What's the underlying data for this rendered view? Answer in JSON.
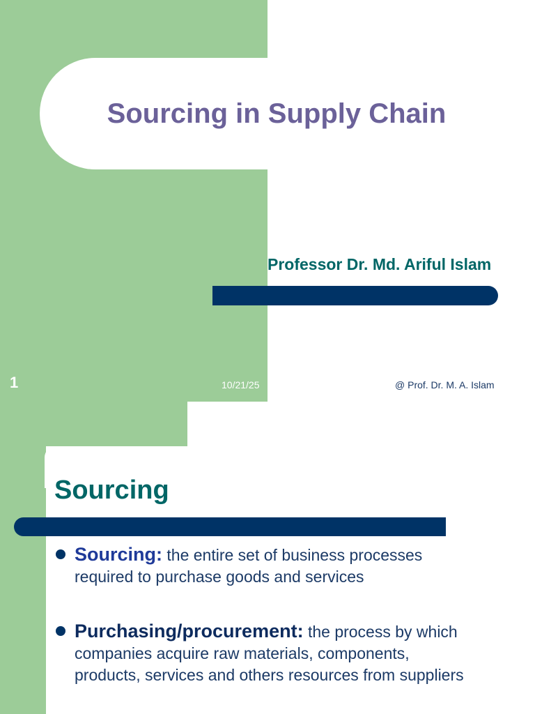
{
  "slide1": {
    "title": "Sourcing in Supply Chain",
    "subtitle": "Professor Dr. Md. Ariful Islam",
    "slide_number": "1",
    "date": "10/21/25",
    "footer": "@ Prof. Dr. M. A. Islam"
  },
  "slide2": {
    "title": "Sourcing",
    "bullets": [
      {
        "term": "Sourcing:",
        "definition": " the entire set of business processes required to purchase goods and services"
      },
      {
        "term": "Purchasing/procurement:",
        "definition": " the process by which companies acquire raw materials, components, products, services and others resources from suppliers"
      }
    ]
  },
  "colors": {
    "green": "#9ccc98",
    "navy": "#003366",
    "title_purple": "#6b6199",
    "teal": "#006666"
  }
}
